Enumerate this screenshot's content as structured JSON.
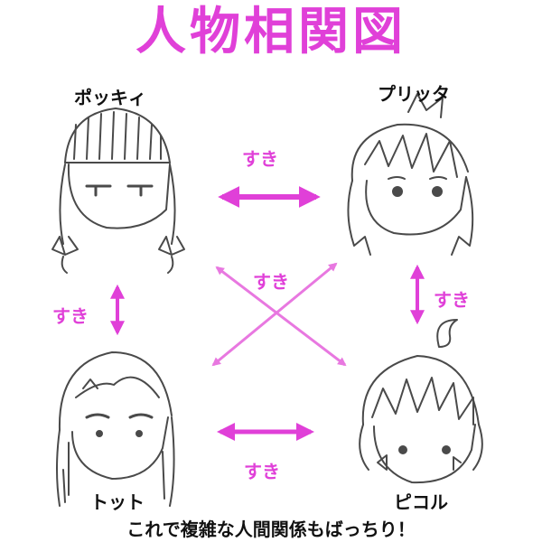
{
  "title": "人物相関図",
  "characters": {
    "top_left": "ポッキィ",
    "top_right": "プリッタ",
    "bottom_left": "トット",
    "bottom_right": "ピコル"
  },
  "relations": {
    "top": "すき",
    "left": "すき",
    "right": "すき",
    "center": "すき",
    "bottom": "すき"
  },
  "footer": "これで複雑な人間関係もばっちり！",
  "colors": {
    "accent": "#e040d8",
    "sketch": "#4a4a4a"
  }
}
